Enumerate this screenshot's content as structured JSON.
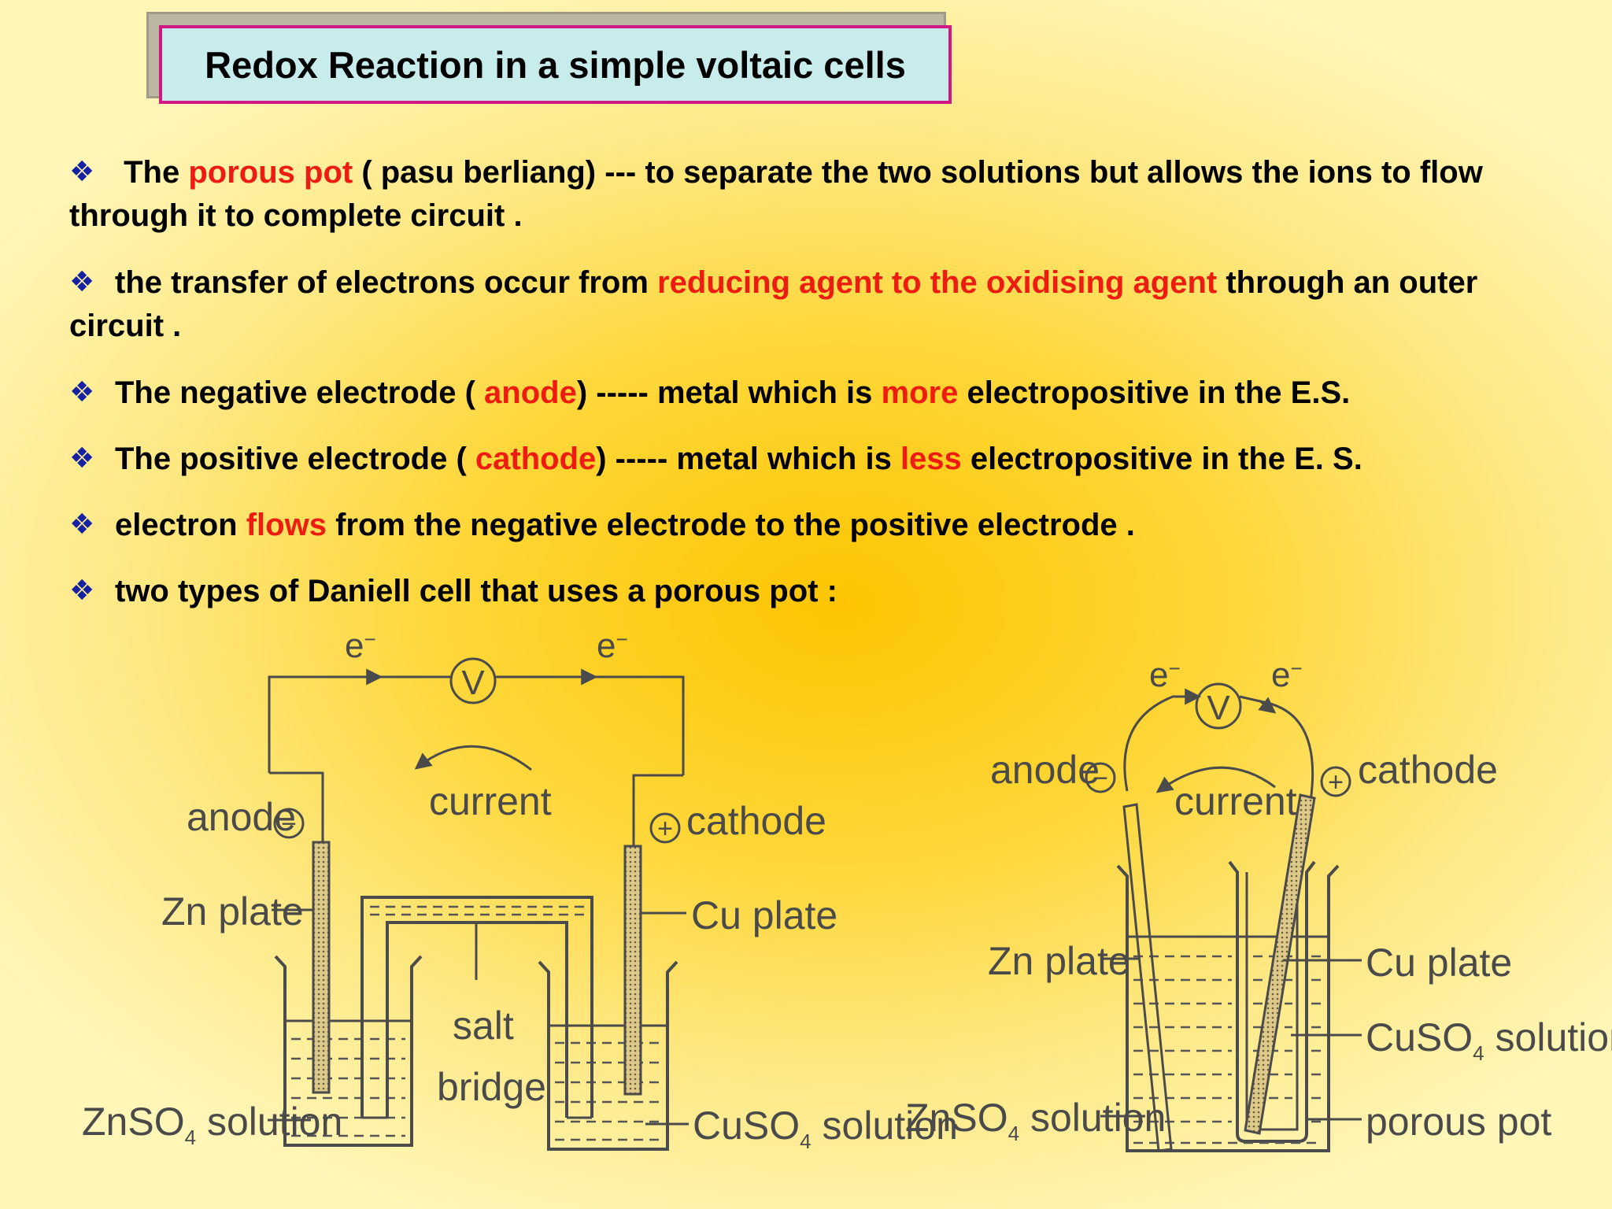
{
  "title": "Redox Reaction in a simple voltaic cells",
  "bullets": [
    {
      "segments": [
        {
          "text": " The ",
          "hl": false
        },
        {
          "text": "porous pot",
          "hl": true
        },
        {
          "text": " ( pasu berliang) --- to separate the two solutions but allows the ions to flow through it to complete circuit .",
          "hl": false
        }
      ]
    },
    {
      "segments": [
        {
          "text": "the transfer of electrons occur from ",
          "hl": false
        },
        {
          "text": "reducing agent to the oxidising agent",
          "hl": true
        },
        {
          "text": " through an outer circuit .",
          "hl": false
        }
      ]
    },
    {
      "segments": [
        {
          "text": "The negative electrode ( ",
          "hl": false
        },
        {
          "text": "anode",
          "hl": true
        },
        {
          "text": ")  -----  metal which is ",
          "hl": false
        },
        {
          "text": "more",
          "hl": true
        },
        {
          "text": " electropositive in the E.S.",
          "hl": false
        }
      ]
    },
    {
      "segments": [
        {
          "text": "The positive electrode ( ",
          "hl": false
        },
        {
          "text": "cathode",
          "hl": true
        },
        {
          "text": ")  ----- metal which is ",
          "hl": false
        },
        {
          "text": "less",
          "hl": true
        },
        {
          "text": " electropositive in the E. S.",
          "hl": false
        }
      ]
    },
    {
      "segments": [
        {
          "text": "electron ",
          "hl": false
        },
        {
          "text": "flows",
          "hl": true
        },
        {
          "text": " from the negative electrode to the positive electrode .",
          "hl": false
        }
      ]
    },
    {
      "segments": [
        {
          "text": "two types of Daniell cell that uses a porous pot :",
          "hl": false
        }
      ]
    }
  ],
  "bullet_glyph": "❖",
  "colors": {
    "highlight": "#ee1b11",
    "bullet": "#1620a2",
    "title_border": "#d01885",
    "title_bg": "#c8ecec"
  },
  "diagram_left": {
    "electron": "e",
    "electron_sup": "−",
    "voltmeter": "V",
    "current": "current",
    "anode": "anode",
    "anode_sign": "−",
    "cathode": "cathode",
    "cathode_sign": "+",
    "zn_plate": "Zn plate",
    "cu_plate": "Cu plate",
    "salt": "salt",
    "bridge": "bridge",
    "znso4_main": "ZnSO",
    "znso4_sub": "4",
    "znso4_tail": " solution",
    "cuso4_main": "CuSO",
    "cuso4_sub": "4",
    "cuso4_tail": " solution"
  },
  "diagram_right": {
    "electron": "e",
    "electron_sup": "−",
    "voltmeter": "V",
    "current": "current",
    "anode": "anode",
    "anode_sign": "−",
    "cathode": "cathode",
    "cathode_sign": "+",
    "zn_plate": "Zn plate",
    "cu_plate": "Cu plate",
    "cuso4_main": "CuSO",
    "cuso4_sub": "4",
    "cuso4_tail": " solution",
    "znso4_main": "ZnSO",
    "znso4_sub": "4",
    "znso4_tail": " solution",
    "porous_pot": "porous pot"
  }
}
